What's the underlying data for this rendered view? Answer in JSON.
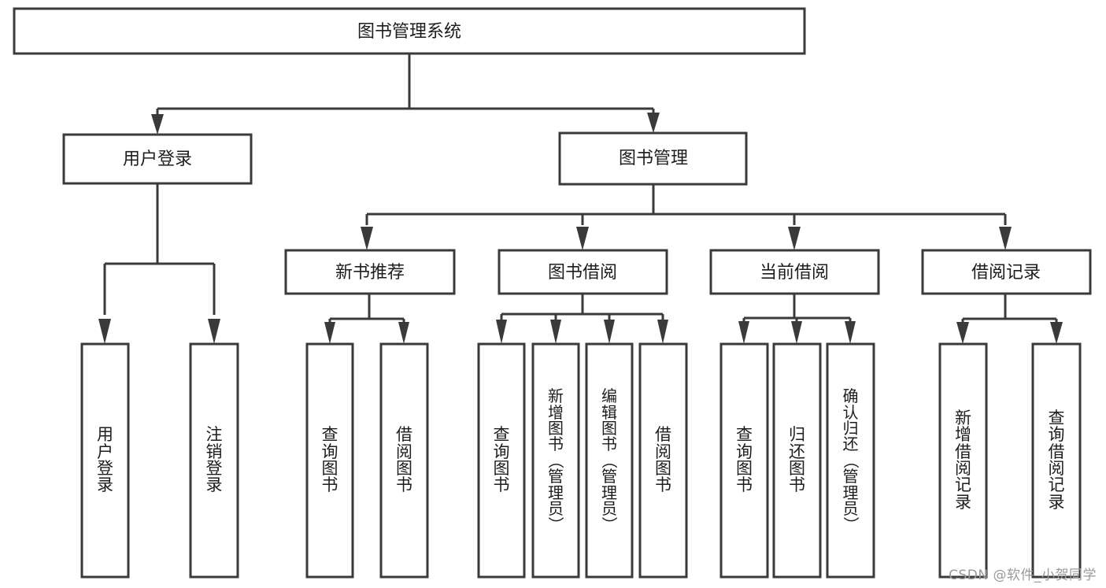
{
  "diagram": {
    "title_node": {
      "label": "图书管理系统"
    },
    "level2": [
      {
        "label": "用户登录"
      },
      {
        "label": "图书管理"
      }
    ],
    "level3": [
      {
        "label": "新书推荐"
      },
      {
        "label": "图书借阅"
      },
      {
        "label": "当前借阅"
      },
      {
        "label": "借阅记录"
      }
    ],
    "leaves": [
      {
        "label": "用户登录",
        "parent": "用户登录"
      },
      {
        "label": "注销登录",
        "parent": "用户登录"
      },
      {
        "label": "查询图书",
        "parent": "新书推荐"
      },
      {
        "label": "借阅图书",
        "parent": "新书推荐"
      },
      {
        "label": "查询图书",
        "parent": "图书借阅"
      },
      {
        "label": "新增图书（管理员）",
        "parent": "图书借阅"
      },
      {
        "label": "编辑图书（管理员）",
        "parent": "图书借阅"
      },
      {
        "label": "借阅图书",
        "parent": "图书借阅"
      },
      {
        "label": "查询图书",
        "parent": "当前借阅"
      },
      {
        "label": "归还图书",
        "parent": "当前借阅"
      },
      {
        "label": "确认归还（管理员）",
        "parent": "当前借阅"
      },
      {
        "label": "新增借阅记录",
        "parent": "借阅记录"
      },
      {
        "label": "查询借阅记录",
        "parent": "借阅记录"
      }
    ],
    "watermark": "CSDN @软件_小贺同学",
    "colors": {
      "stroke": "#3a3a3a",
      "fill": "#ffffff",
      "text": "#1d1d1d",
      "watermark": "#9a9a9a",
      "background": "#ffffff"
    }
  }
}
